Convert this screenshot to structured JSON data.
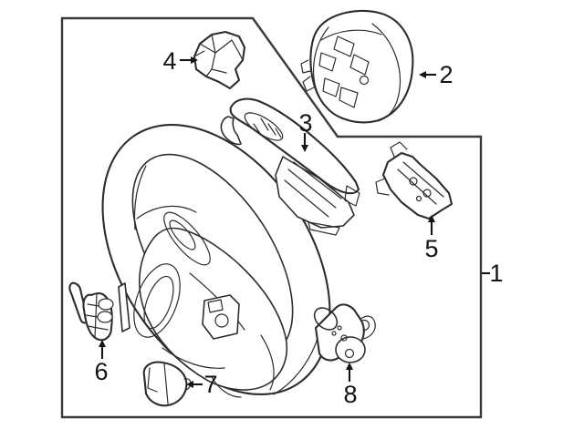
{
  "diagram": {
    "type": "exploded-parts-diagram",
    "subject": "steering wheel assembly line drawing",
    "callouts": [
      {
        "number": "1"
      },
      {
        "number": "2"
      },
      {
        "number": "3"
      },
      {
        "number": "4"
      },
      {
        "number": "5"
      },
      {
        "number": "6"
      },
      {
        "number": "7"
      },
      {
        "number": "8"
      }
    ],
    "colors": {
      "background": "#ffffff",
      "line": "#2d2d2d",
      "border": "#3a3a3a",
      "label": "#141414"
    }
  }
}
